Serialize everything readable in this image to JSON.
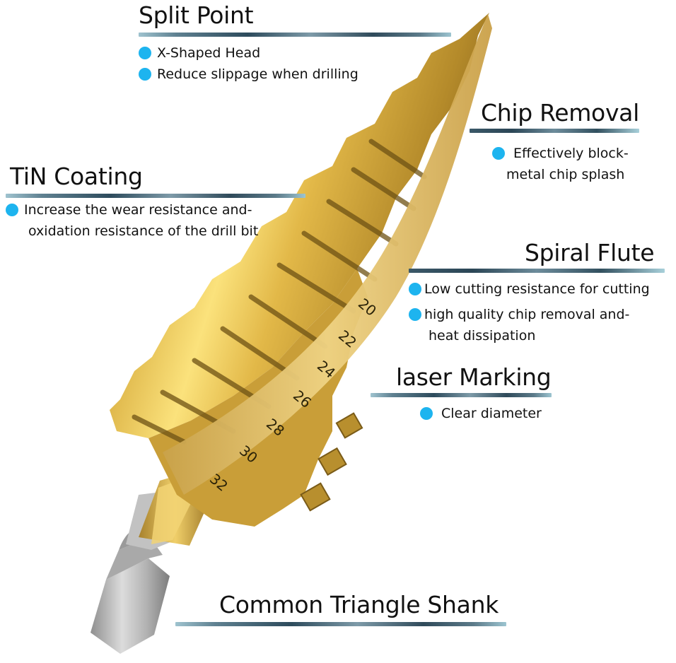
{
  "colors": {
    "bullet": "#1db4ef",
    "text": "#111111",
    "gold_light": "#f6d76a",
    "gold_mid": "#d2a73a",
    "gold_dark": "#8a6a1e",
    "shank_silver": "#b9b9b9",
    "rule_dark": "#2d4b5c",
    "rule_light": "#9fc3cf"
  },
  "callouts": {
    "split_point": {
      "title": "Split Point",
      "bullets": [
        "X-Shaped Head",
        "Reduce slippage when drilling"
      ]
    },
    "chip_removal": {
      "title": "Chip Removal",
      "bullets": [
        {
          "line1": "Effectively block-",
          "line2": "metal chip splash"
        }
      ]
    },
    "tin_coating": {
      "title": "TiN Coating",
      "bullets": [
        {
          "line1": "Increase the wear resistance and-",
          "line2": "oxidation resistance of the drill bit"
        }
      ]
    },
    "spiral_flute": {
      "title": "Spiral Flute",
      "bullets": [
        {
          "line1": "Low cutting resistance for cutting"
        },
        {
          "line1": "high quality chip removal and-",
          "line2": "heat dissipation"
        }
      ]
    },
    "laser_marking": {
      "title": "laser Marking",
      "bullets": [
        "Clear diameter"
      ]
    },
    "shank": {
      "title": "Common Triangle Shank"
    }
  },
  "drill": {
    "size_markings": [
      "20",
      "22",
      "24",
      "26",
      "28",
      "30",
      "32"
    ]
  }
}
